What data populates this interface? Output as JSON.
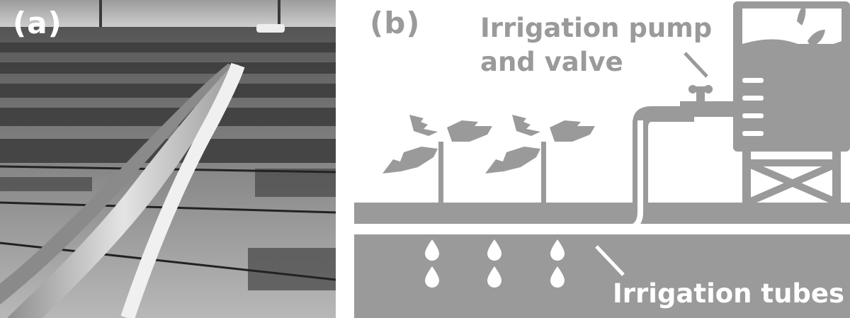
{
  "panel_a": {
    "label": "(a)"
  },
  "panel_b": {
    "label": "(b)",
    "pump_label_line1": "Irrigation pump",
    "pump_label_line2": "and valve",
    "tubes_label": "Irrigation tubes"
  },
  "colors": {
    "diagram_gray": "#9a9a9a",
    "background": "#ffffff"
  },
  "icons": [
    "plant-icon",
    "water-drop-icon",
    "water-tank-icon",
    "valve-icon",
    "splash-icon"
  ]
}
